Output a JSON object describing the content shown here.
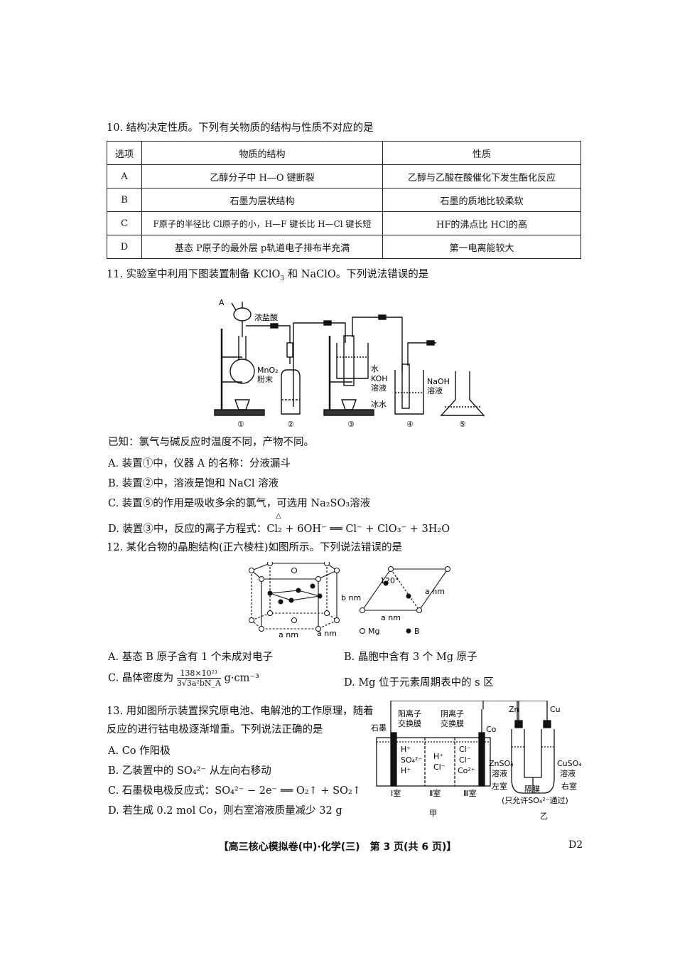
{
  "q10": {
    "stem": "10. 结构决定性质。下列有关物质的结构与性质不对应的是",
    "headers": [
      "选项",
      "物质的结构",
      "性质"
    ],
    "rows": [
      [
        "A",
        "乙醇分子中 H—O 键断裂",
        "乙醇与乙酸在酸催化下发生酯化反应"
      ],
      [
        "B",
        "石墨为层状结构",
        "石墨的质地比较柔软"
      ],
      [
        "C",
        "F原子的半径比 Cl原子的小，H—F 键长比 H—Cl 键长短",
        "HF的沸点比 HCl的高"
      ],
      [
        "D",
        "基态 P原子的最外层 p轨道电子排布半充满",
        "第一电离能较大"
      ]
    ]
  },
  "q11": {
    "stem_a": "11. 实验室中利用下图装置制备 KClO",
    "stem_b": "3",
    "stem_c": " 和 NaClO。下列说法错误的是",
    "figure": {
      "label_A": "A",
      "label_hcl": "浓盐酸",
      "label_mno2": "MnO₂",
      "label_powder": "粉末",
      "label_water": "水",
      "label_koh": "KOH",
      "label_koh2": "溶液",
      "label_naoh": "NaOH",
      "label_naoh2": "溶液",
      "label_ice": "冰水",
      "nums": [
        "①",
        "②",
        "③",
        "④",
        "⑤"
      ]
    },
    "known": "已知：氯气与碱反应时温度不同，产物不同。",
    "opt_a": "A. 装置①中，仪器 A 的名称：分液漏斗",
    "opt_b": "B. 装置②中，溶液是饱和 NaCl 溶液",
    "opt_c": "C. 装置⑤的作用是吸收多余的氯气，可选用 Na₂SO₃溶液",
    "opt_d": "D. 装置③中，反应的离子方程式：Cl₂ + 6OH⁻ ══ Cl⁻ + ClO₃⁻ + 3H₂O",
    "opt_d_cond": "△"
  },
  "q12": {
    "stem": "12. 某化合物的晶胞结构(正六棱柱)如图所示。下列说法错误的是",
    "figure": {
      "b_nm": "b nm",
      "a_nm1": "a nm",
      "a_nm2": "a nm",
      "angle": "120°",
      "a_nm3": "a nm",
      "a_nm4": "a nm",
      "legend_mg": "Mg",
      "legend_b": "B"
    },
    "opt_a": "A. 基态 B 原子含有 1 个未成对电子",
    "opt_b": "B. 晶胞中含有 3 个 Mg 原子",
    "opt_c_pre": "C. 晶体密度为",
    "opt_c_num": "138×10²¹",
    "opt_c_den": "3√3a²bN_A",
    "opt_c_post": "g·cm⁻³",
    "opt_d": "D. Mg 位于元素周期表中的 s 区"
  },
  "q13": {
    "stem1": "13. 用如图所示装置探究原电池、电解池的工作原理，随着",
    "stem2": "反应的进行钴电极逐渐增重。下列说法正确的是",
    "opt_a": "A. Co 作阳极",
    "opt_b": "B. 乙装置中的 SO₄²⁻ 从左向右移动",
    "opt_c": "C. 石墨极电极反应式：SO₄²⁻ − 2e⁻ ══ O₂↑ + SO₂↑",
    "opt_d": "D. 若生成 0.2 mol Co，则右室溶液质量减少 32 g",
    "figure": {
      "graphite": "石墨",
      "cation_m1": "阳离子",
      "cation_m2": "交换膜",
      "anion_m1": "阴离子",
      "anion_m2": "交换膜",
      "co": "Co",
      "zn": "Zn",
      "cu": "Cu",
      "room1_ions": [
        "H⁺",
        "SO₄²⁻",
        "H⁺"
      ],
      "room2_ions": [
        "H⁺",
        "Cl⁻"
      ],
      "room3_ions": [
        "Cl⁻",
        "Cl⁻",
        "Co²⁺"
      ],
      "room1": "Ⅰ室",
      "room2": "Ⅱ室",
      "room3": "Ⅲ室",
      "jia": "甲",
      "znso4_1": "ZnSO₄",
      "znso4_2": "溶液",
      "cuso4_1": "CuSO₄",
      "cuso4_2": "溶液",
      "left_room": "左室",
      "membrane": "隔膜",
      "right_room": "右室",
      "note": "(只允许SO₄²⁻通过)",
      "yi": "乙"
    }
  },
  "footer": {
    "text": "【高三核心模拟卷(中)·化学(三)　第 3 页(共 6 页)】",
    "code": "D2"
  }
}
